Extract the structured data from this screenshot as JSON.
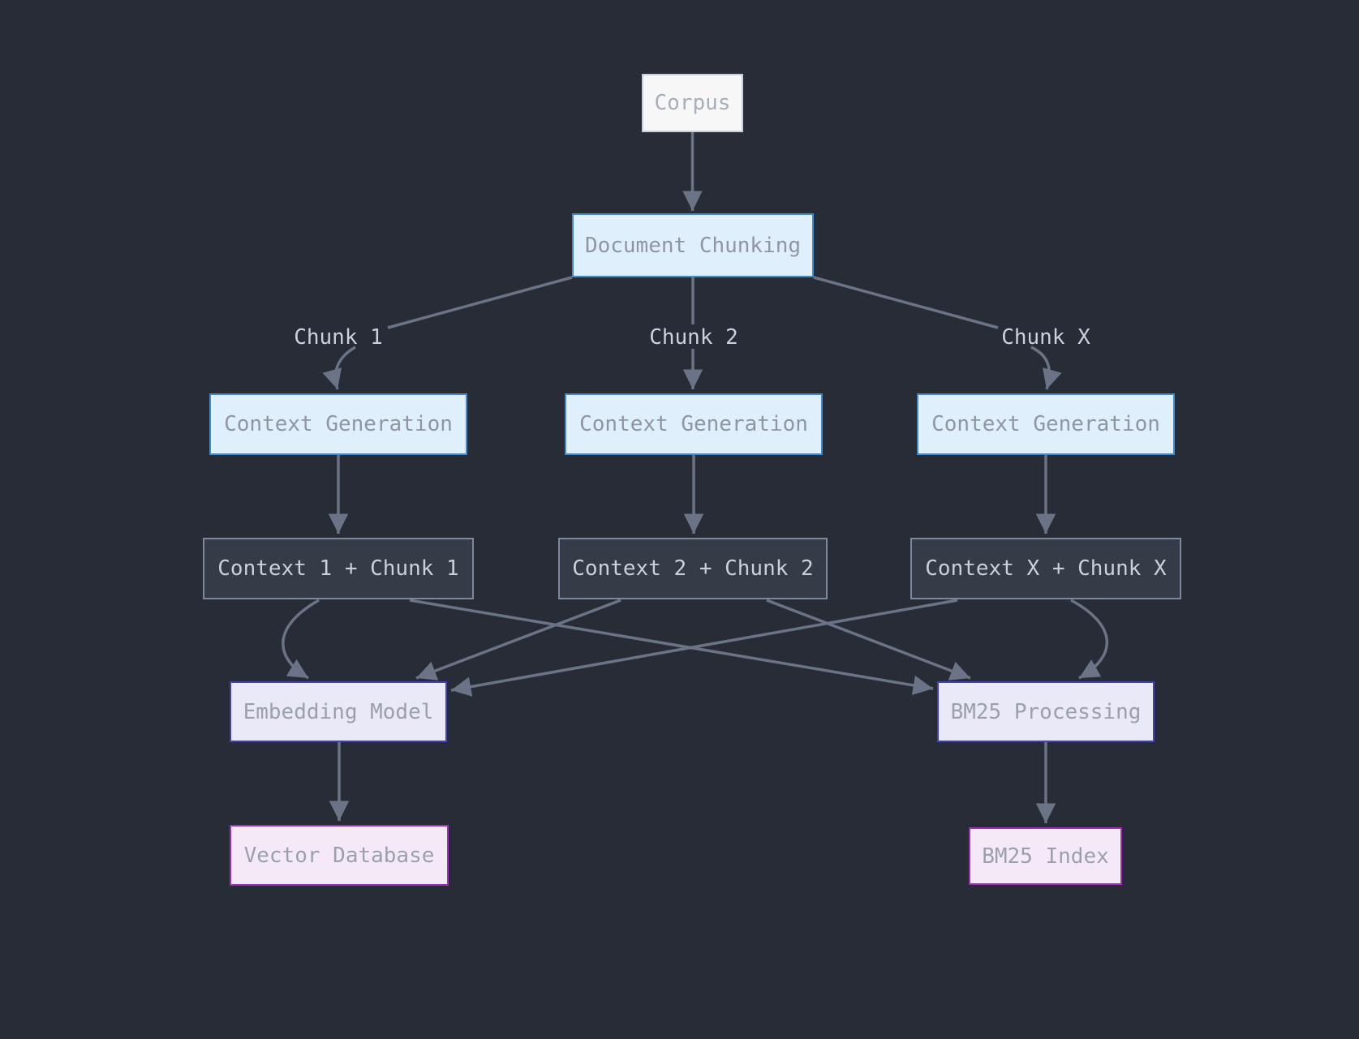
{
  "diagram_type": "flowchart",
  "colors": {
    "background": "#282c36",
    "edge": "#6b7486",
    "corpus_fill": "#f7f7f8",
    "corpus_border": "#c9ced7",
    "corpus_text": "#a6aebb",
    "process_fill": "#dff0fc",
    "process_border": "#4289c7",
    "box_text": "#8f96a1",
    "combine_fill": "#353b47",
    "combine_border": "#7e889c",
    "dark_box_text": "#c9d1de",
    "model_fill": "#e9e9f7",
    "model_border": "#4343ad",
    "model_text": "#9aa1ac",
    "store_fill": "#f5e9f7",
    "store_border": "#9c30ba",
    "edge_label_text": "#c9d1de"
  },
  "nodes": {
    "corpus": {
      "label": "Corpus"
    },
    "document_chunking": {
      "label": "Document Chunking"
    },
    "context_generation_1": {
      "label": "Context Generation"
    },
    "context_generation_2": {
      "label": "Context Generation"
    },
    "context_generation_x": {
      "label": "Context Generation"
    },
    "context_chunk_1": {
      "label": "Context 1 + Chunk 1"
    },
    "context_chunk_2": {
      "label": "Context 2 + Chunk 2"
    },
    "context_chunk_x": {
      "label": "Context X + Chunk X"
    },
    "embedding_model": {
      "label": "Embedding Model"
    },
    "bm25_processing": {
      "label": "BM25 Processing"
    },
    "vector_database": {
      "label": "Vector Database"
    },
    "bm25_index": {
      "label": "BM25 Index"
    }
  },
  "edge_labels": {
    "chunk_1": "Chunk 1",
    "chunk_2": "Chunk 2",
    "chunk_x": "Chunk X"
  },
  "edges": [
    {
      "from": "Corpus",
      "to": "Document Chunking",
      "label": ""
    },
    {
      "from": "Document Chunking",
      "to": "Context Generation (left)",
      "label": "Chunk 1"
    },
    {
      "from": "Document Chunking",
      "to": "Context Generation (middle)",
      "label": "Chunk 2"
    },
    {
      "from": "Document Chunking",
      "to": "Context Generation (right)",
      "label": "Chunk X"
    },
    {
      "from": "Context Generation (left)",
      "to": "Context 1 + Chunk 1",
      "label": ""
    },
    {
      "from": "Context Generation (middle)",
      "to": "Context 2 + Chunk 2",
      "label": ""
    },
    {
      "from": "Context Generation (right)",
      "to": "Context X + Chunk X",
      "label": ""
    },
    {
      "from": "Context 1 + Chunk 1",
      "to": "Embedding Model",
      "label": ""
    },
    {
      "from": "Context 1 + Chunk 1",
      "to": "BM25 Processing",
      "label": ""
    },
    {
      "from": "Context 2 + Chunk 2",
      "to": "Embedding Model",
      "label": ""
    },
    {
      "from": "Context 2 + Chunk 2",
      "to": "BM25 Processing",
      "label": ""
    },
    {
      "from": "Context X + Chunk X",
      "to": "Embedding Model",
      "label": ""
    },
    {
      "from": "Context X + Chunk X",
      "to": "BM25 Processing",
      "label": ""
    },
    {
      "from": "Embedding Model",
      "to": "Vector Database",
      "label": ""
    },
    {
      "from": "BM25 Processing",
      "to": "BM25 Index",
      "label": ""
    }
  ]
}
